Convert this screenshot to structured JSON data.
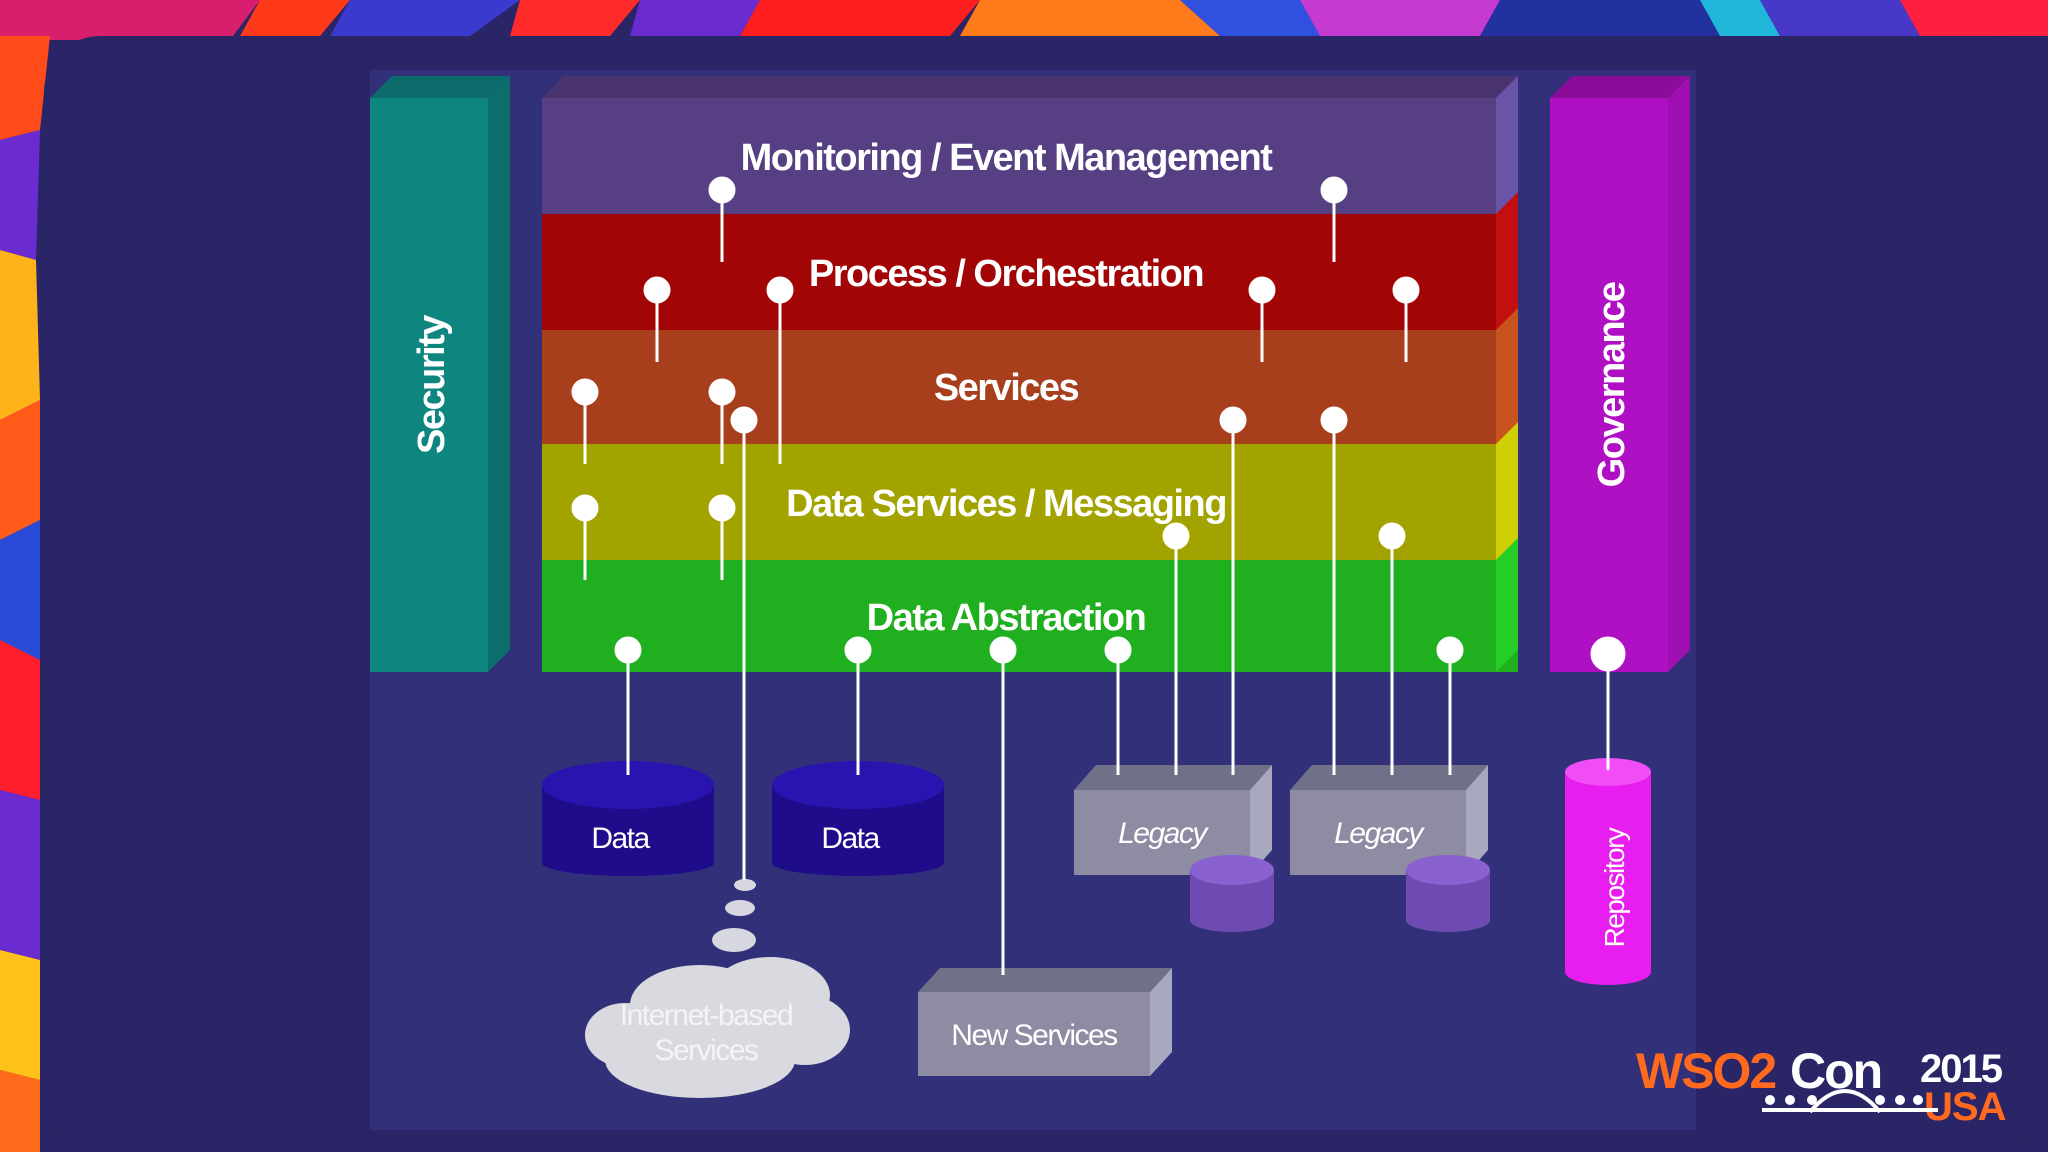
{
  "layers": [
    {
      "label": "Monitoring / Event Management",
      "color": "#563f82"
    },
    {
      "label": "Process / Orchestration",
      "color": "#a10505"
    },
    {
      "label": "Services",
      "color": "#a83f1c"
    },
    {
      "label": "Data Services / Messaging",
      "color": "#a3a300"
    },
    {
      "label": "Data Abstraction",
      "color": "#1faf1f"
    }
  ],
  "pillars": {
    "security": {
      "label": "Security",
      "color": "#0f8580"
    },
    "governance": {
      "label": "Governance",
      "color": "#b010c4"
    }
  },
  "components": {
    "data_1": {
      "label": "Data"
    },
    "data_2": {
      "label": "Data"
    },
    "legacy_1": {
      "label": "Legacy"
    },
    "legacy_2": {
      "label": "Legacy"
    },
    "internet_services": {
      "line1": "Internet-based",
      "line2": "Services"
    },
    "new_services": {
      "label": "New Services"
    },
    "repository": {
      "label": "Repository"
    }
  },
  "logo": {
    "brand_left": "WSO2",
    "brand_right": "Con",
    "year": "2015",
    "location": "USA"
  },
  "colors": {
    "background": "#2a2566",
    "panel": "#33307a",
    "connector": "#ffffff",
    "db_blue": "#2410a6",
    "db_violet": "#7a4fc4",
    "repo_magenta": "#e81ef0",
    "legacy_grey": "#8d8ca3"
  }
}
